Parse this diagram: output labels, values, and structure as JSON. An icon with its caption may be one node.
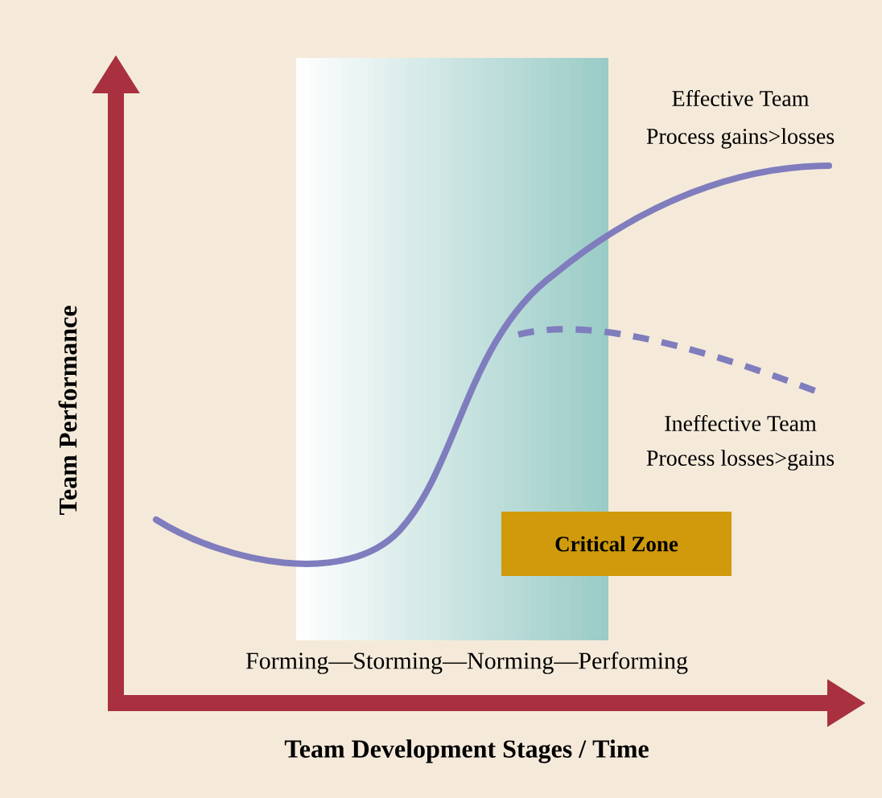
{
  "diagram": {
    "nodes": [
      {
        "text": [
          "Critical Zone"
        ]
      }
    ],
    "labels": [
      "Effective Team",
      "Process gains>losses",
      "Ineffective Team",
      "Process losses>gains",
      "Forming—Storming—Norming—Performing",
      "Team Performance",
      "Team Development Stages / Time"
    ]
  }
}
